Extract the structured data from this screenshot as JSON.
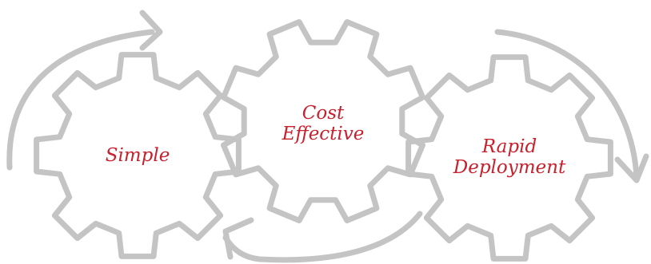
{
  "diagram": {
    "gears": [
      {
        "lines": [
          "Simple"
        ]
      },
      {
        "lines": [
          "Cost",
          "Effective"
        ]
      },
      {
        "lines": [
          "Rapid",
          "Deployment"
        ]
      }
    ],
    "colors": {
      "label": "#c8202c",
      "outline": "#c4c4c4",
      "background": "#ffffff"
    }
  }
}
